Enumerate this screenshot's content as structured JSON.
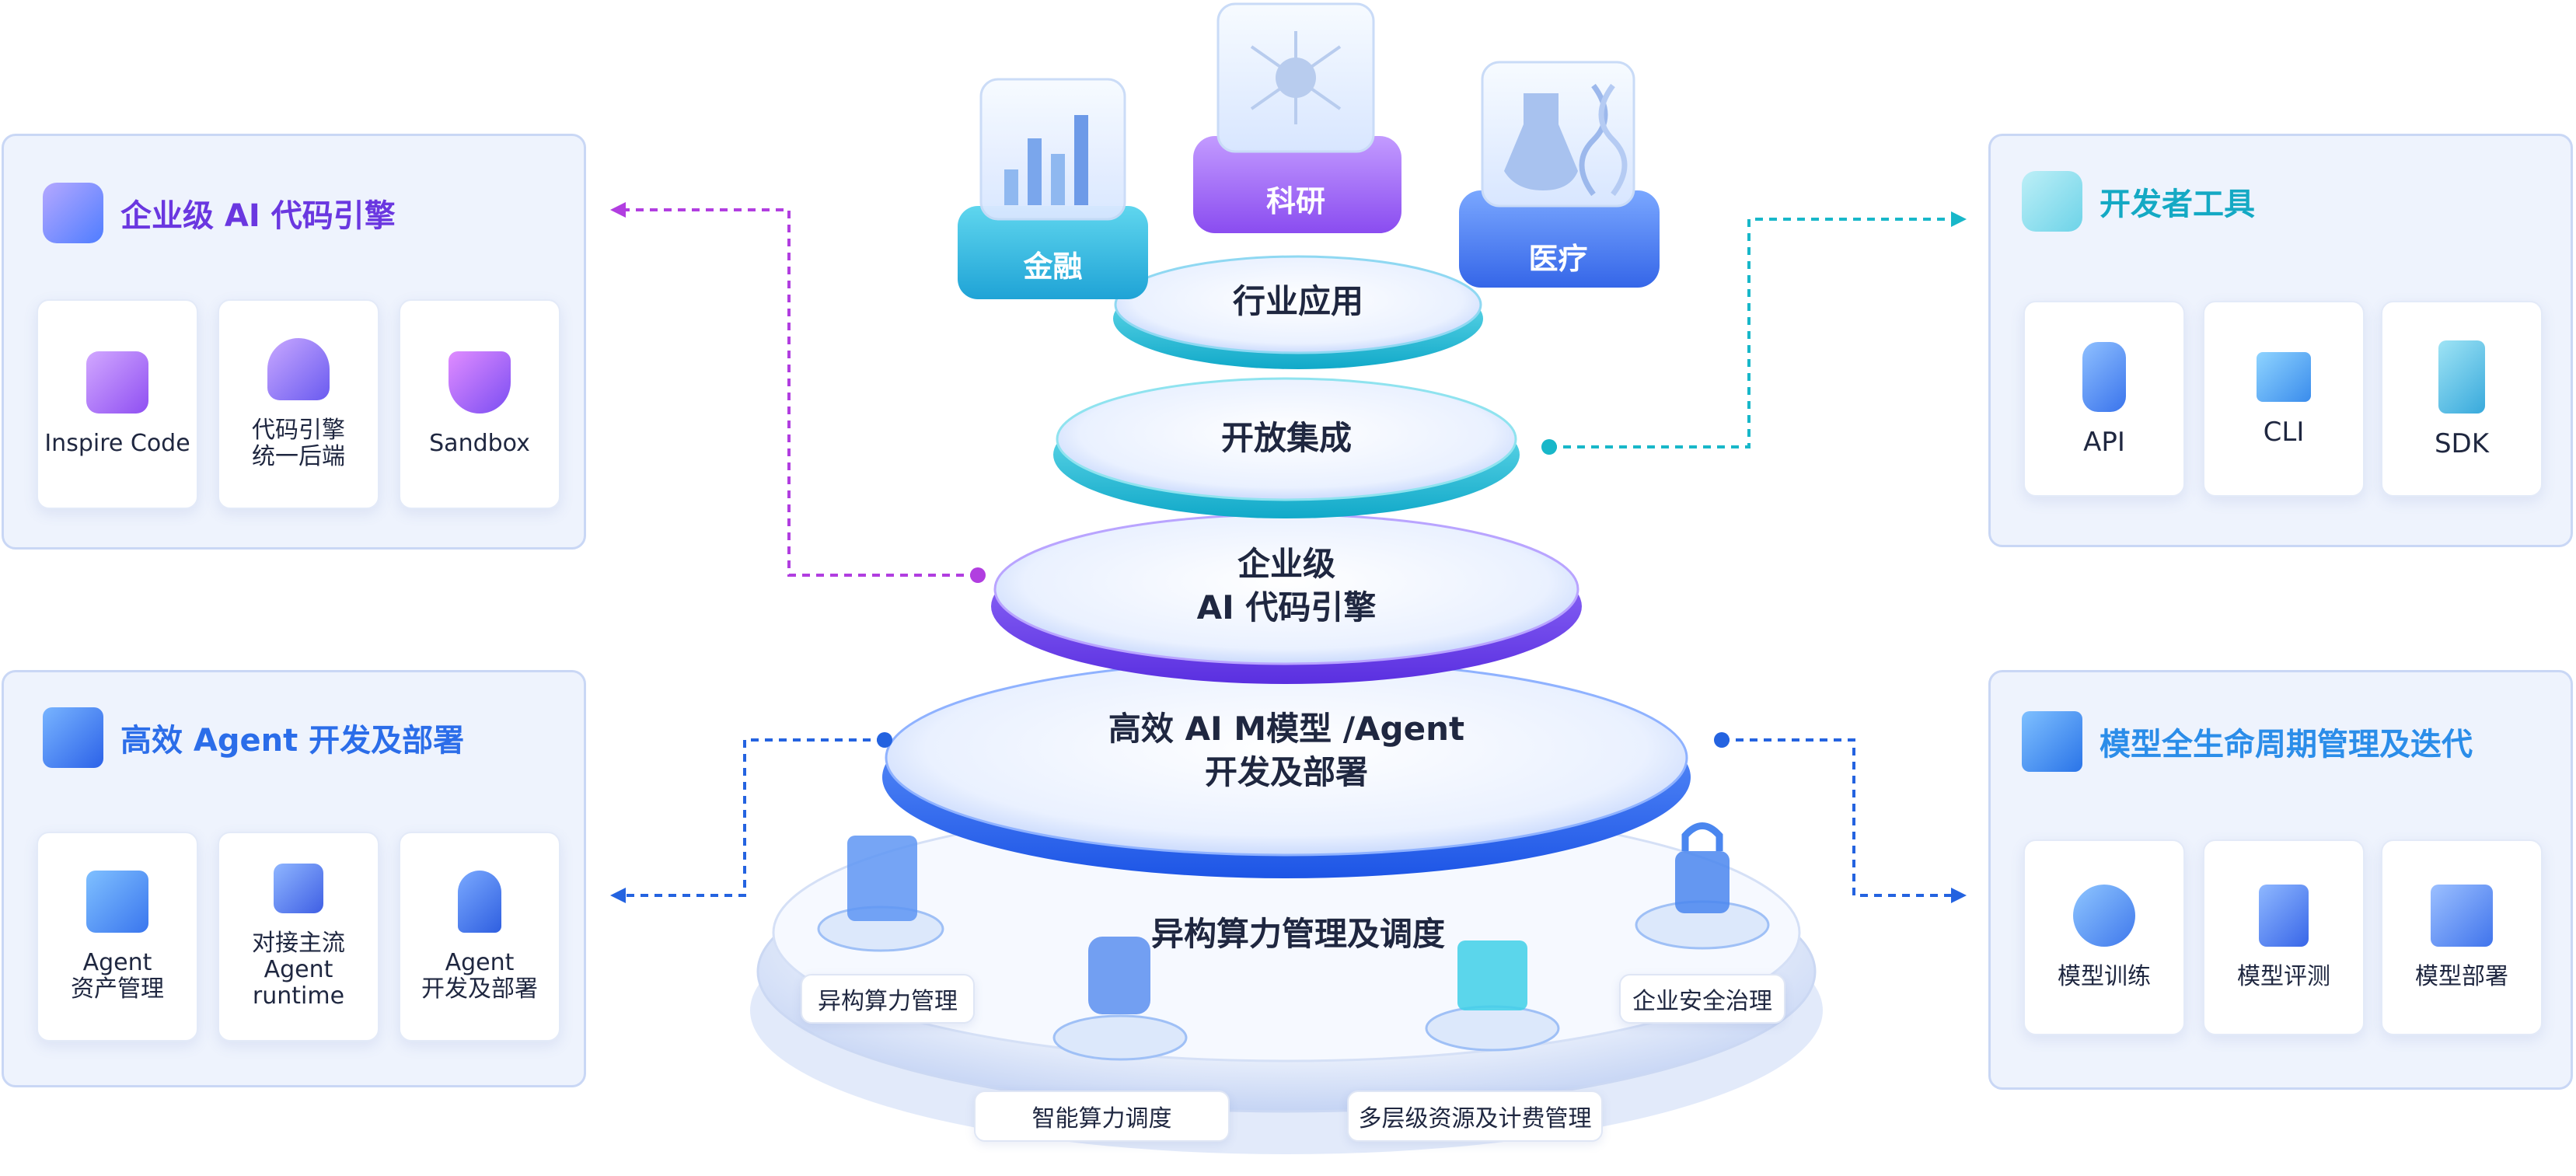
{
  "left_top": {
    "title": "企业级 AI 代码引擎",
    "items": [
      "Inspire Code",
      "代码引擎\n统一后端",
      "Sandbox"
    ]
  },
  "left_bottom": {
    "title": "高效 Agent 开发及部署",
    "items": [
      "Agent\n资产管理",
      "对接主流\nAgent\nruntime",
      "Agent\n开发及部署"
    ]
  },
  "right_top": {
    "title": "开发者工具",
    "items": [
      "API",
      "CLI",
      "SDK"
    ]
  },
  "right_bottom": {
    "title": "模型全生命周期管理及迭代",
    "items": [
      "模型训练",
      "模型评测",
      "模型部署"
    ]
  },
  "pyramid": {
    "layers": [
      "行业应用",
      "开放集成",
      "企业级\nAI 代码引擎",
      "高效 AI M模型 /Agent\n开发及部署",
      "异构算力管理及调度"
    ],
    "industries": [
      "金融",
      "科研",
      "医疗"
    ],
    "base_labels": [
      "异构算力管理",
      "智能算力调度",
      "多层级资源及计费管理",
      "企业安全治理"
    ]
  },
  "colors": {
    "purple": "#7b3fe4",
    "teal": "#18b7c9",
    "blue": "#2463e0",
    "panel_bg": "#eef3fd",
    "title_purple": "#6a37e0",
    "title_blue": "#2b6de9",
    "title_teal": "#14a9c4"
  }
}
